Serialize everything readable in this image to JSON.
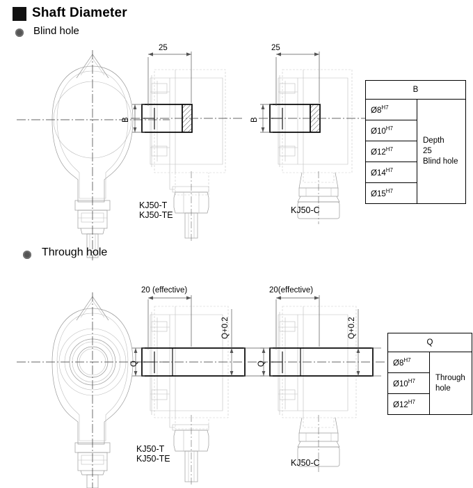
{
  "heading": {
    "title": "Shaft Diameter",
    "marker_icon": "filled-square-icon"
  },
  "sections": [
    {
      "bullet_icon": "filled-circle-bullet",
      "label": "Blind hole"
    },
    {
      "bullet_icon": "filled-circle-bullet",
      "label": "Through hole"
    }
  ],
  "blind_hole": {
    "views": [
      {
        "name": "front-view",
        "part_label": ""
      },
      {
        "name": "side-view-t",
        "part_label": "KJ50-T\nKJ50-TE"
      },
      {
        "name": "side-view-c",
        "part_label": "KJ50-C"
      }
    ],
    "dimensions": {
      "length_t": "25",
      "length_c": "25",
      "bore_t": "B",
      "bore_c": "B"
    },
    "table": {
      "header": "B",
      "rows": [
        {
          "diameter": "Ø8",
          "tolerance": "H7"
        },
        {
          "diameter": "Ø10",
          "tolerance": "H7"
        },
        {
          "diameter": "Ø12",
          "tolerance": "H7"
        },
        {
          "diameter": "Ø14",
          "tolerance": "H7"
        },
        {
          "diameter": "Ø15",
          "tolerance": "H7"
        }
      ],
      "note": "Depth\n25\nBlind hole"
    }
  },
  "through_hole": {
    "views": [
      {
        "name": "front-view",
        "part_label": ""
      },
      {
        "name": "side-view-t",
        "part_label": "KJ50-T\nKJ50-TE"
      },
      {
        "name": "side-view-c",
        "part_label": "KJ50-C"
      }
    ],
    "dimensions": {
      "length_t": "20 (effective)",
      "length_c": "20(effective)",
      "bore_t": "Q",
      "bore_c": "Q",
      "overall_t": "Q+0.2",
      "overall_c": "Q+0.2"
    },
    "table": {
      "header": "Q",
      "rows": [
        {
          "diameter": "Ø8",
          "tolerance": "H7"
        },
        {
          "diameter": "Ø10",
          "tolerance": "H7"
        },
        {
          "diameter": "Ø12",
          "tolerance": "H7"
        }
      ],
      "note": "Through hole"
    }
  },
  "colors": {
    "ink": "#000000",
    "light_line": "#9a9a9a",
    "dim_line": "#555555"
  }
}
